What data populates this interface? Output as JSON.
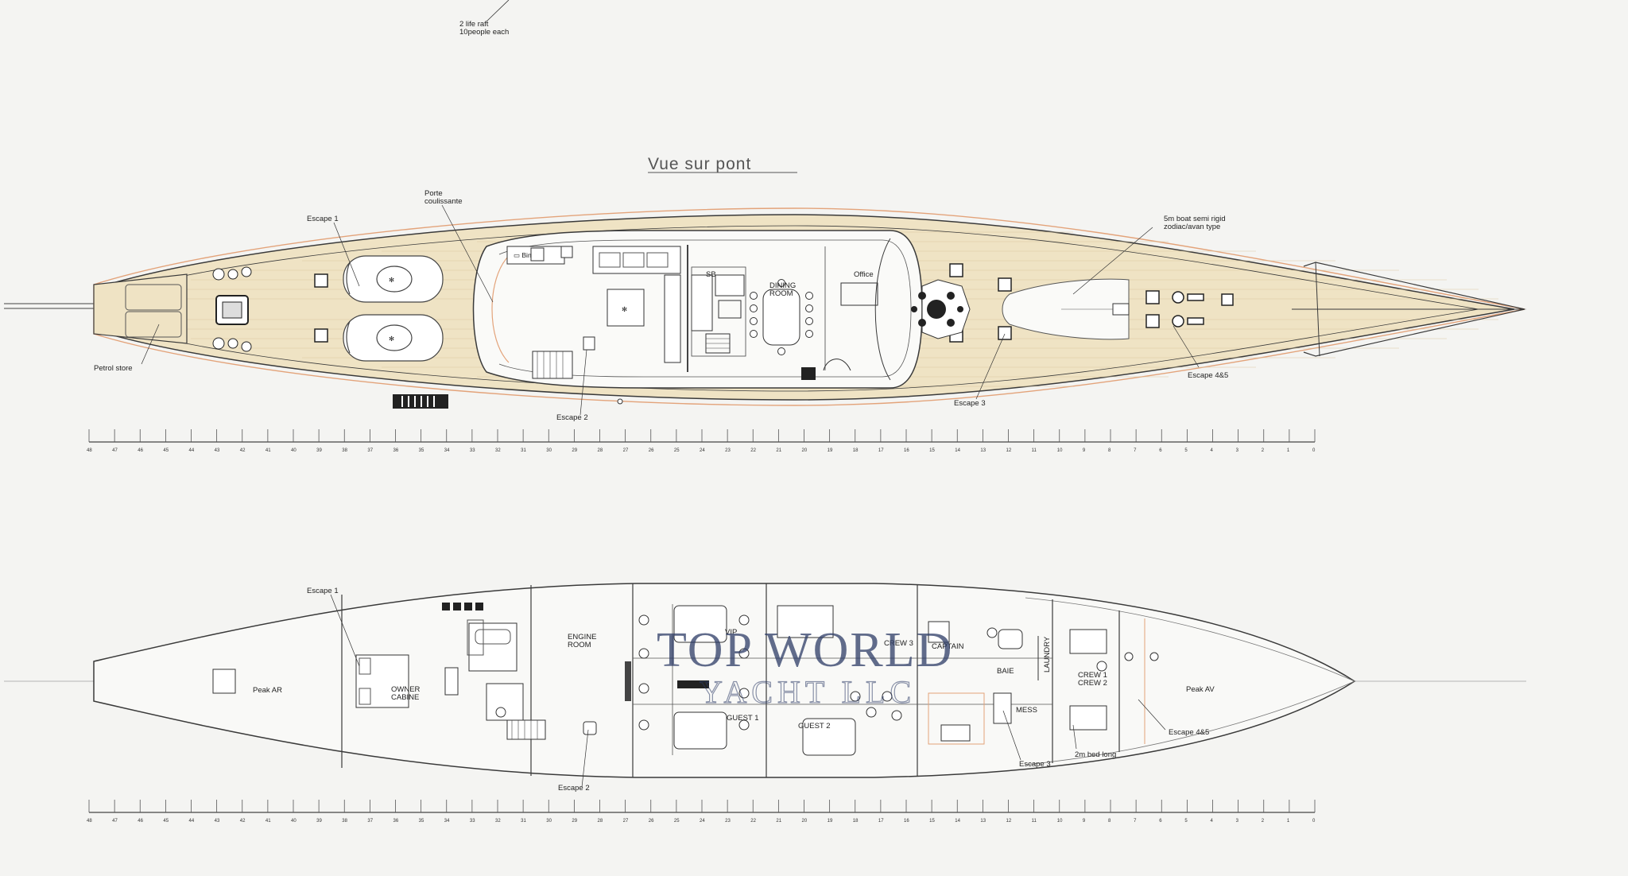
{
  "deck_plan": {
    "title": "Vue sur pont",
    "labels": {
      "life_raft": "2 life raft\n10people each",
      "porte": "Porte\ncoulissante",
      "escape1": "Escape 1",
      "escape2": "Escape 2",
      "escape3": "Escape 3",
      "escape45": "Escape 4&5",
      "petrol": "Petrol store",
      "boat": "5m boat semi rigid\nzodiac/avan type",
      "sb": "SB",
      "dining": "DINING\nROOM",
      "office": "Office"
    }
  },
  "lower_plan": {
    "labels": {
      "escape1": "Escape 1",
      "peak_ar": "Peak AR",
      "owner": "OWNER\nCABINE",
      "engine": "ENGINE\nROOM",
      "vip": "VIP",
      "guest1": "GUEST 1",
      "guest2": "GUEST 2",
      "crew3": "CREW 3",
      "captain": "CAPTAIN",
      "baie": "BAIE",
      "laundry": "LAUNDRY",
      "mess": "MESS",
      "crew12": "CREW 1\nCREW 2",
      "peak_av": "Peak AV",
      "escape2": "Escape 2",
      "escape3": "Escape 3",
      "escape45": "Escape 4&5",
      "bed": "2m bed long"
    }
  },
  "ruler_numbers": [
    "48",
    "47",
    "46",
    "45",
    "44",
    "43",
    "42",
    "41",
    "40",
    "39",
    "38",
    "37",
    "36",
    "35",
    "34",
    "33",
    "32",
    "31",
    "30",
    "29",
    "28",
    "27",
    "26",
    "25",
    "24",
    "23",
    "22",
    "21",
    "20",
    "19",
    "18",
    "17",
    "16",
    "15",
    "14",
    "13",
    "12",
    "11",
    "10",
    "9",
    "8",
    "7",
    "6",
    "5",
    "4",
    "3",
    "2",
    "1",
    "0"
  ],
  "watermark": {
    "line1": "TOP WORLD",
    "line2": "YACHT LLC"
  },
  "colors": {
    "teak": "#efe3c4",
    "paper": "#f4f4f2",
    "line": "#3a3a3a",
    "orange": "#e3a37a",
    "watermark": "#2c3b66"
  }
}
